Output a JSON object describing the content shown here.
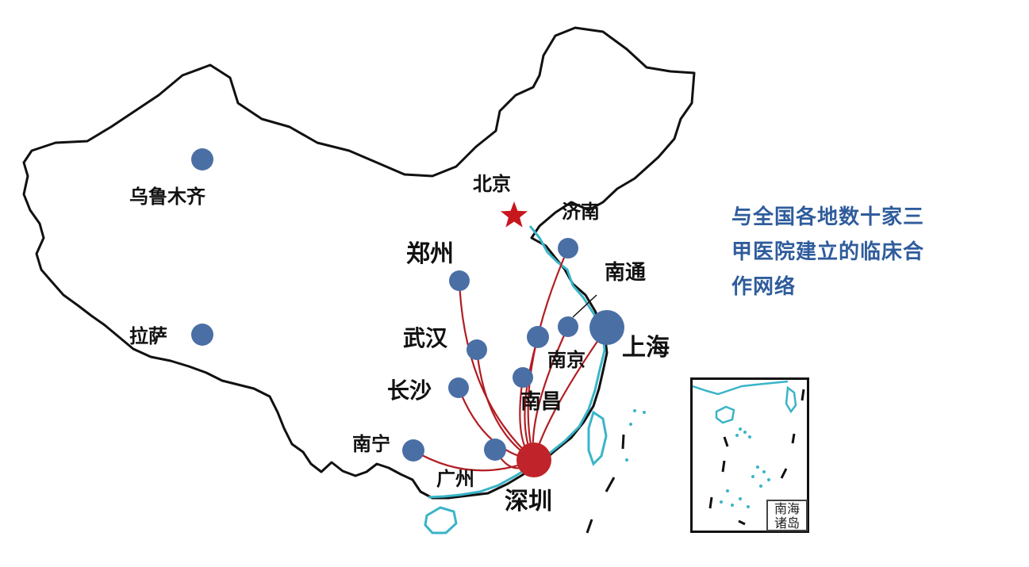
{
  "colors": {
    "border": "#111111",
    "water": "#3ab4c8",
    "city_dot": "#4a6fa5",
    "hub_dot": "#c0242a",
    "route_line": "#b21d22",
    "caption_text": "#2f5c9c",
    "capital_star": "#c8161d"
  },
  "caption": {
    "line1": "与全国各地数十家三",
    "line2": "甲医院建立的临床合",
    "line3": "作网络"
  },
  "cities": {
    "urumqi": "乌鲁木齐",
    "lhasa": "拉萨",
    "beijing": "北京",
    "jinan": "济南",
    "zhengzhou": "郑州",
    "nantong": "南通",
    "wuhan": "武汉",
    "nanjing": "南京",
    "shanghai": "上海",
    "changsha": "长沙",
    "nanchang": "南昌",
    "nanning": "南宁",
    "guangzhou": "广州",
    "shenzhen": "深圳"
  },
  "inset": {
    "label_line1": "南海",
    "label_line2": "诸岛"
  },
  "icons": {
    "capital": "star-icon",
    "city": "circle-marker",
    "hub": "large-circle-marker"
  }
}
